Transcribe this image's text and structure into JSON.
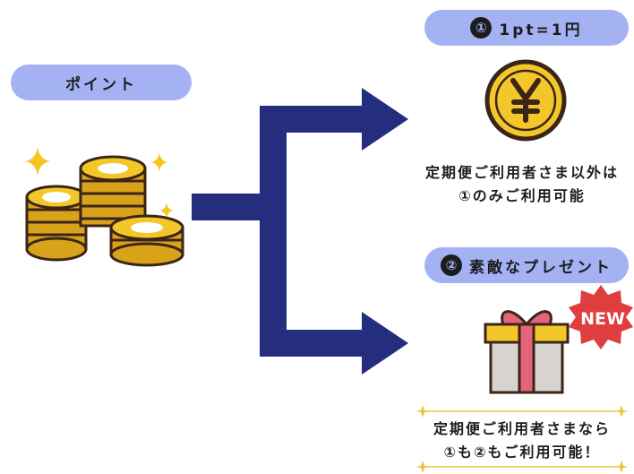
{
  "points_label": "ポイント",
  "option1": {
    "number": "①",
    "title": "1pt=1円",
    "icon": "yen-coin-icon",
    "note_line1": "定期便ご利用者さま以外は",
    "note_line2": "①のみご利用可能"
  },
  "option2": {
    "number": "②",
    "title": "素敵なプレゼント",
    "icon": "gift-box-icon",
    "badge": "NEW",
    "note_line1": "定期便ご利用者さまなら",
    "note_line2": "①も②もご利用可能！"
  },
  "colors": {
    "pill": "#a4b2f4",
    "arrow": "#252d7e",
    "coin": "#f3c72a",
    "coin_edge": "#3b2418",
    "badge": "#e03e3e",
    "gift_ribbon": "#e4657a"
  }
}
